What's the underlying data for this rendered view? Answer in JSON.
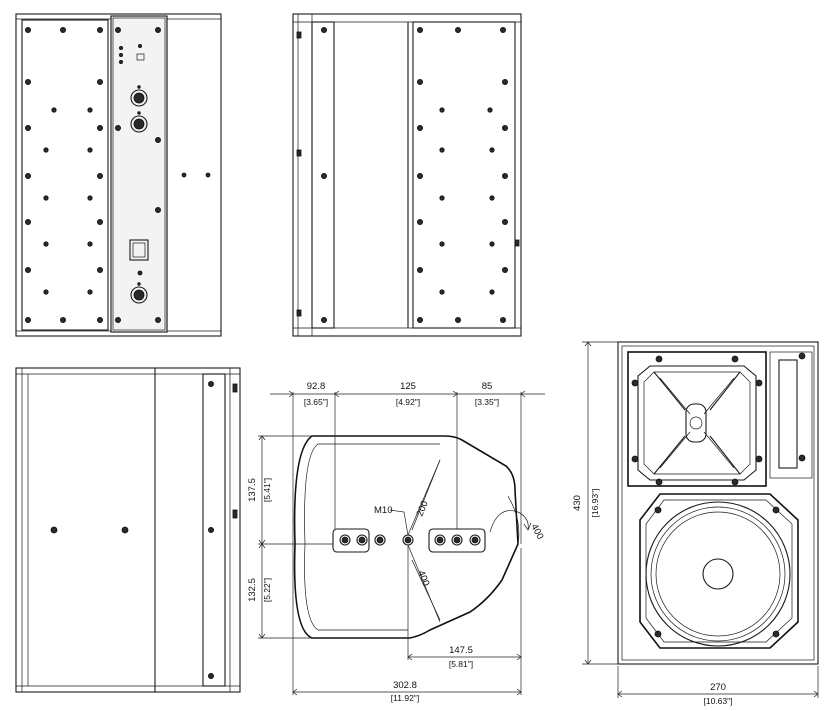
{
  "dimensions": {
    "front_width": {
      "value": "92.8",
      "imperial": "[3.65\"]"
    },
    "mid_width": {
      "value": "125",
      "imperial": "[4.92\"]"
    },
    "back_width": {
      "value": "85",
      "imperial": "[3.35\"]"
    },
    "upper_height": {
      "value": "137.5",
      "imperial": "[5.41\"]"
    },
    "lower_height": {
      "value": "132.5",
      "imperial": "[5.22\"]"
    },
    "bottom_offset": {
      "value": "147.5",
      "imperial": "[5.81\"]"
    },
    "total_depth": {
      "value": "302.8",
      "imperial": "[11.92\"]"
    },
    "total_height": {
      "value": "430",
      "imperial": "[16.93\"]"
    },
    "total_width": {
      "value": "270",
      "imperial": "[10.63\"]"
    }
  },
  "annotations": {
    "thread": "M10",
    "radius_upper": "200",
    "radius_lower": "400",
    "radius_back": "400"
  }
}
